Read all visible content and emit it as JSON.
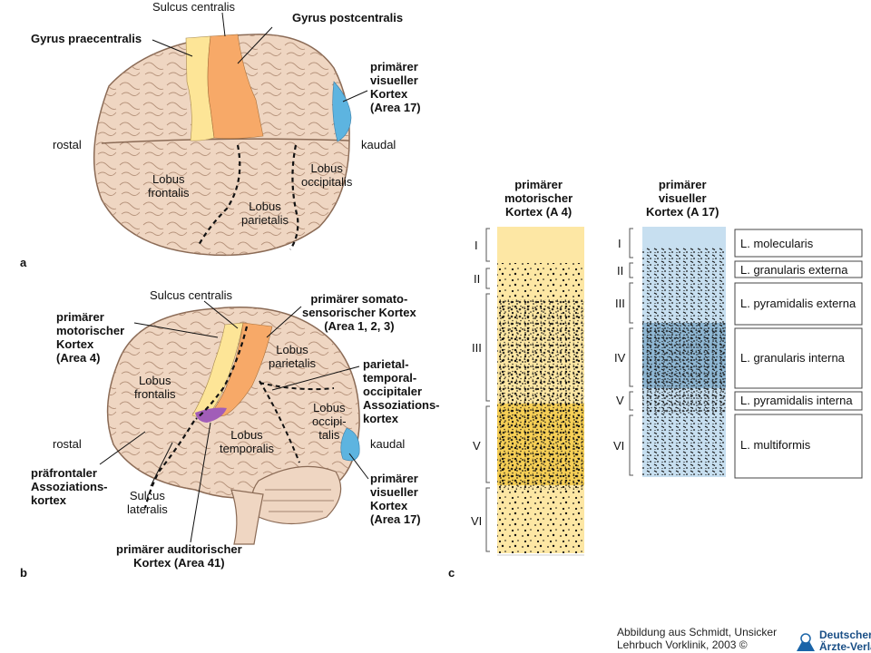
{
  "panel_a": {
    "letter": "a",
    "sulcus_centralis": "Sulcus centralis",
    "gyrus_praecentralis": "Gyrus praecentralis",
    "gyrus_postcentralis": "Gyrus postcentralis",
    "visual_cortex": "primärer\nvisueller\nKortex\n(Area 17)",
    "rostal": "rostal",
    "kaudal": "kaudal",
    "lobus_frontalis": "Lobus\nfrontalis",
    "lobus_parietalis": "Lobus\nparietalis",
    "lobus_occipitalis": "Lobus\noccipitalis"
  },
  "panel_b": {
    "letter": "b",
    "sulcus_centralis": "Sulcus centralis",
    "motor_cortex": "primärer\nmotorischer\nKortex\n(Area 4)",
    "somatosensory_cortex": "primärer somato-\nsensorischer Kortex\n(Area 1, 2, 3)",
    "lobus_parietalis": "Lobus\nparietalis",
    "association_pto": "parietal-\ntemporal-\noccipitaler\nAssoziations-\nkortex",
    "lobus_frontalis": "Lobus\nfrontalis",
    "lobus_temporalis": "Lobus\ntemporalis",
    "lobus_occipitalis": "Lobus\noccipi-\ntalis",
    "rostal": "rostal",
    "kaudal": "kaudal",
    "prefrontal_cortex": "präfrontaler\nAssoziations-\nkortex",
    "sulcus_lateralis": "Sulcus\nlateralis",
    "visual_cortex": "primärer\nvisueller\nKortex\n(Area 17)",
    "auditory_cortex": "primärer auditorischer\nKortex (Area 41)"
  },
  "panel_c": {
    "letter": "c",
    "motor_title": "primärer\nmotorischer\nKortex (A 4)",
    "visual_title": "primärer\nvisueller\nKortex (A 17)",
    "motor_layers": [
      "I",
      "II",
      "III",
      "V",
      "VI"
    ],
    "visual_layers": [
      "I",
      "II",
      "III",
      "IV",
      "V",
      "VI"
    ],
    "layer_names": [
      "L. molecularis",
      "L. granularis externa",
      "L. pyramidalis externa",
      "L. granularis interna",
      "L. pyramidalis interna",
      "L. multiformis"
    ]
  },
  "footer": {
    "credit": "Abbildung aus Schmidt, Unsicker\nLehrbuch Vorklinik, 2003 ©",
    "publisher": "Deutscher\nÄrzte-Verlag"
  },
  "colors": {
    "brain": "#efd6c2",
    "brain_line": "#8a6a55",
    "precentral": "#fde597",
    "postcentral": "#f7a968",
    "visual": "#5db4e0",
    "auditory": "#a15db8",
    "motor_column": "#fde7a4",
    "motor_band": "#f6cf56",
    "visual_column": "#c7dff0",
    "visual_band": "#8fb7d3"
  }
}
